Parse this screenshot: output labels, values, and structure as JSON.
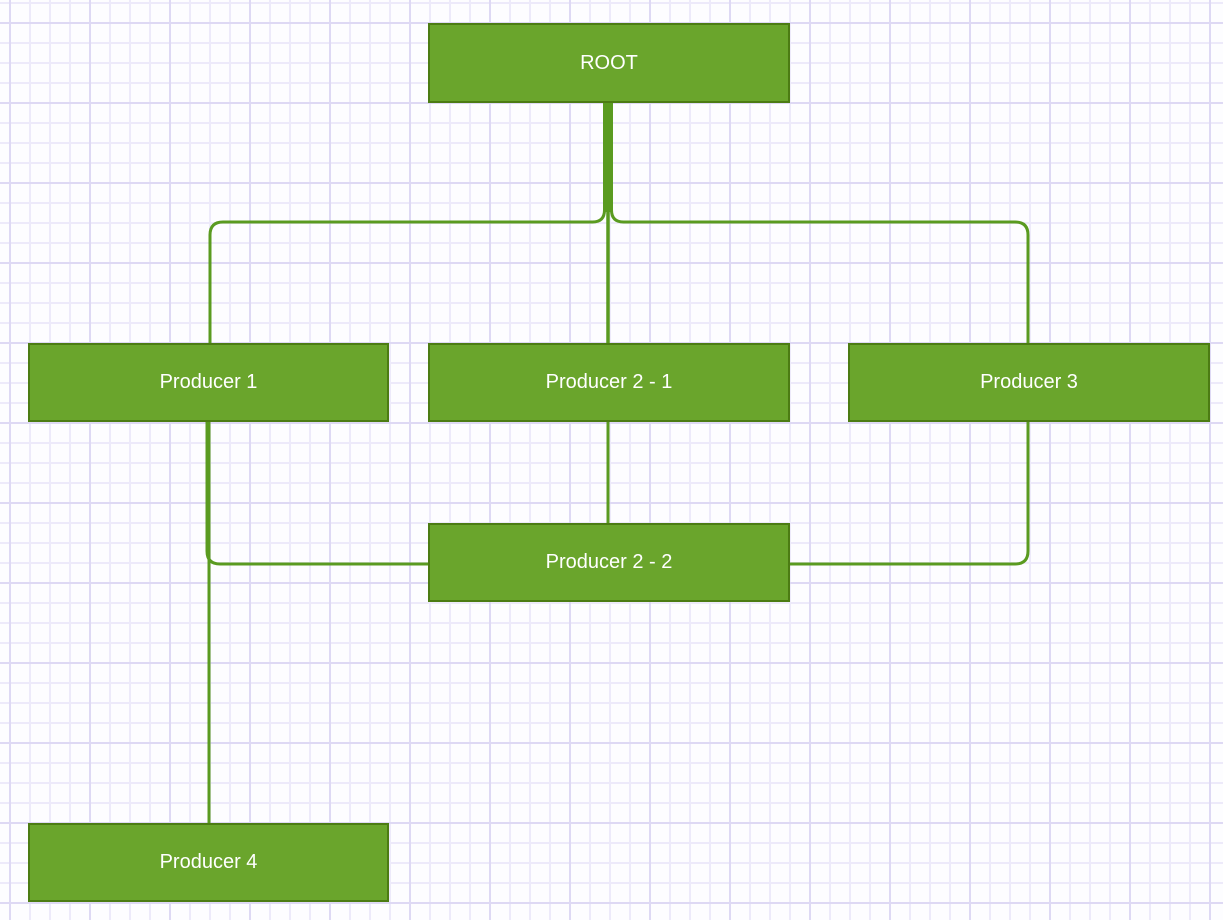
{
  "diagram": {
    "type": "flowchart",
    "nodes": {
      "root": {
        "label": "ROOT"
      },
      "producer1": {
        "label": "Producer 1"
      },
      "producer2_1": {
        "label": "Producer 2 - 1"
      },
      "producer3": {
        "label": "Producer 3"
      },
      "producer2_2": {
        "label": "Producer 2 - 2"
      },
      "producer4": {
        "label": "Producer 4"
      }
    },
    "edges": [
      {
        "from": "ROOT",
        "to": "Producer 1"
      },
      {
        "from": "ROOT",
        "to": "Producer 2 - 1"
      },
      {
        "from": "ROOT",
        "to": "Producer 3"
      },
      {
        "from": "Producer 2 - 1",
        "to": "Producer 2 - 2"
      },
      {
        "from": "Producer 1",
        "to": "Producer 2 - 2"
      },
      {
        "from": "Producer 3",
        "to": "Producer 2 - 2"
      },
      {
        "from": "Producer 1",
        "to": "Producer 4"
      }
    ],
    "colors": {
      "node_fill": "#6aa52c",
      "node_border": "#4c7c13",
      "connector": "#5a9b20",
      "label_text": "#ffffff",
      "canvas_bg": "#fdfdff",
      "grid_minor": "#edeafa",
      "grid_major": "#ded9f4"
    }
  }
}
